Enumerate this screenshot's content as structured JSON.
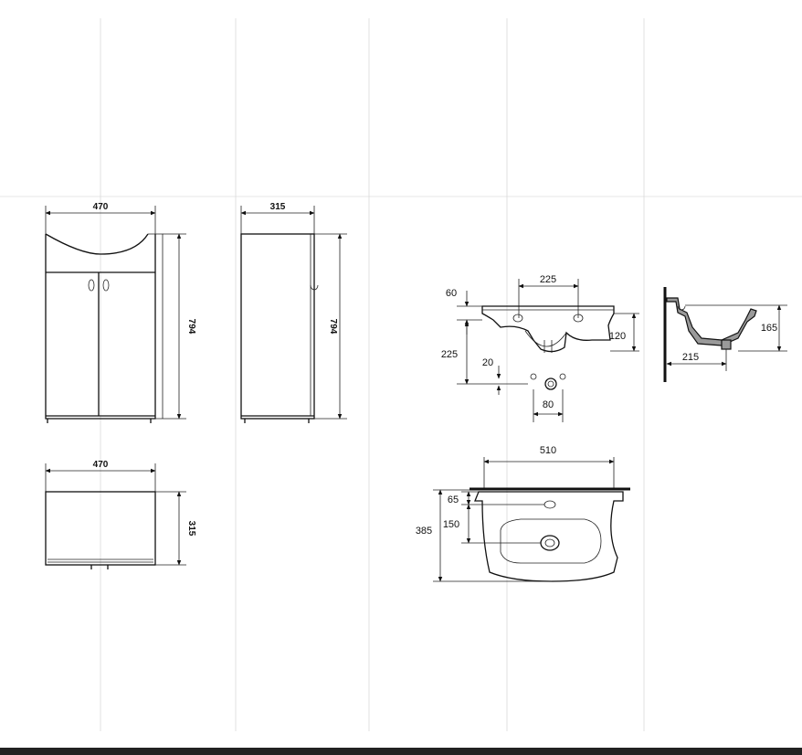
{
  "cabinet_front": {
    "width_label": "470",
    "height_label": "794"
  },
  "cabinet_side": {
    "depth_label": "315",
    "height_label": "794"
  },
  "cabinet_top": {
    "width_label": "470",
    "depth_label": "315"
  },
  "basin_front": {
    "rim_label": "60",
    "tap_spacing_label": "225",
    "bowl_depth_label": "120",
    "drain_height_label": "225",
    "offset_label": "20",
    "drain_spacing_label": "80"
  },
  "basin_section": {
    "height_label": "165",
    "depth_label": "215"
  },
  "basin_top": {
    "width_label": "510",
    "tap_offset_label": "65",
    "drain_offset_label": "150",
    "depth_label": "385"
  }
}
